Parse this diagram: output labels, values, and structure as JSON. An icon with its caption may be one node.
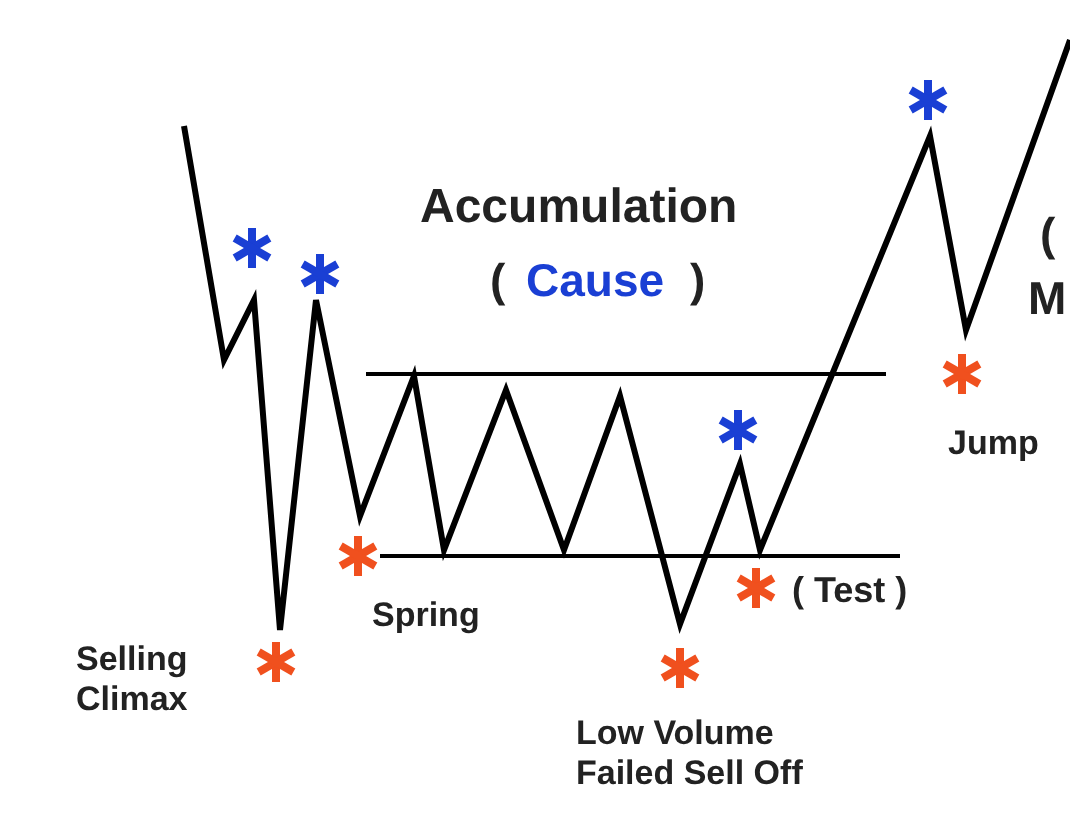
{
  "diagram": {
    "labels": [
      "Accumulation",
      "(",
      "Cause",
      ")",
      "(",
      "M",
      "Spring",
      "Selling Climax",
      "( Test )",
      "Low Volume Failed Sell Off",
      "Jump"
    ]
  }
}
